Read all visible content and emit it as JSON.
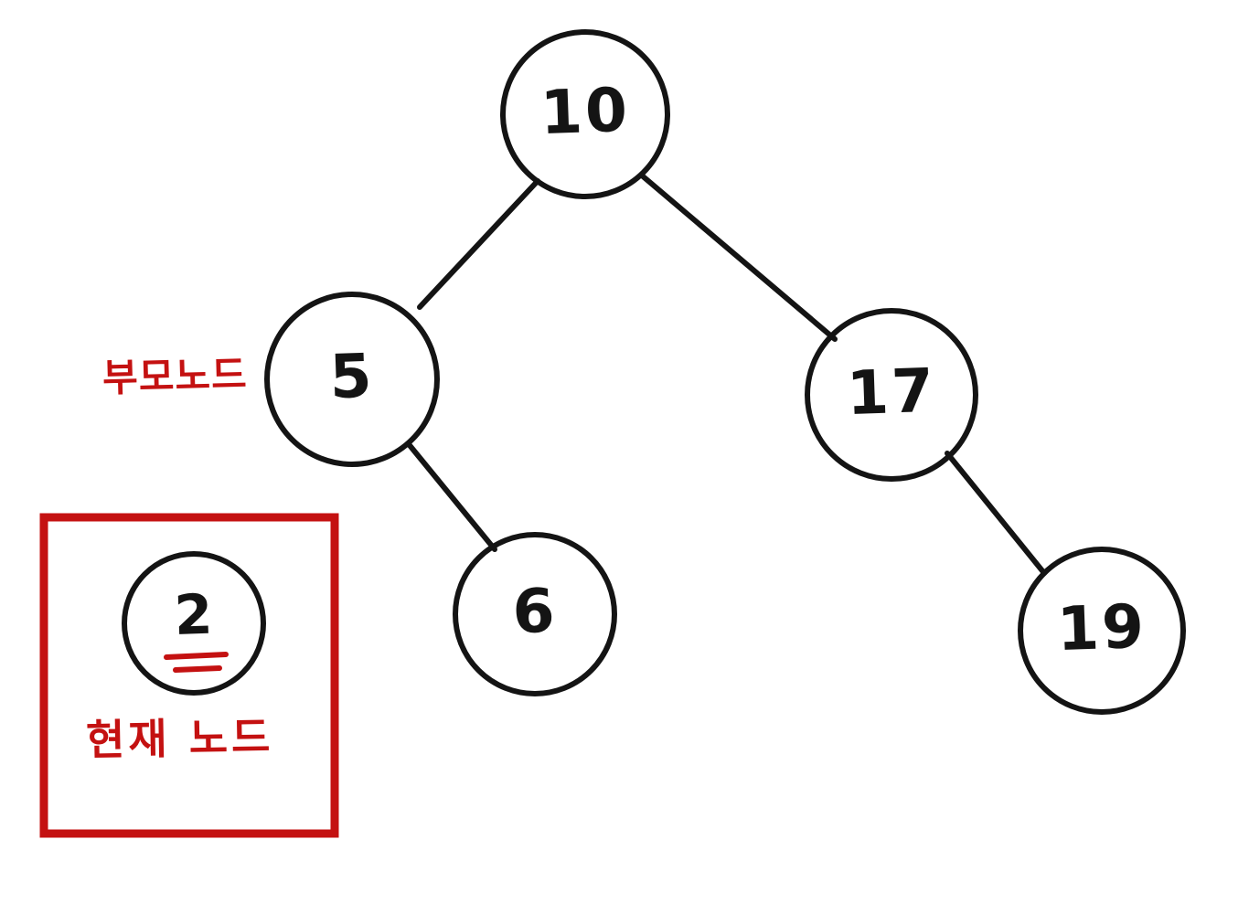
{
  "diagram": {
    "kind": "hand-drawn-binary-search-tree",
    "nodes": [
      {
        "id": "node-10",
        "value": "10"
      },
      {
        "id": "node-5",
        "value": "5"
      },
      {
        "id": "node-17",
        "value": "17"
      },
      {
        "id": "node-6",
        "value": "6"
      },
      {
        "id": "node-19",
        "value": "19"
      },
      {
        "id": "node-2",
        "value": "2"
      }
    ],
    "edges": [
      {
        "from": "10",
        "to": "5"
      },
      {
        "from": "10",
        "to": "17"
      },
      {
        "from": "5",
        "to": "6"
      },
      {
        "from": "17",
        "to": "19"
      }
    ],
    "annotations": {
      "parent_label": "부모노드",
      "parent_label_target": "5",
      "current_label": "현재 노드",
      "current_label_target": "2"
    },
    "colors": {
      "ink": "#141414",
      "highlight": "#c41111",
      "background": "#ffffff"
    }
  }
}
